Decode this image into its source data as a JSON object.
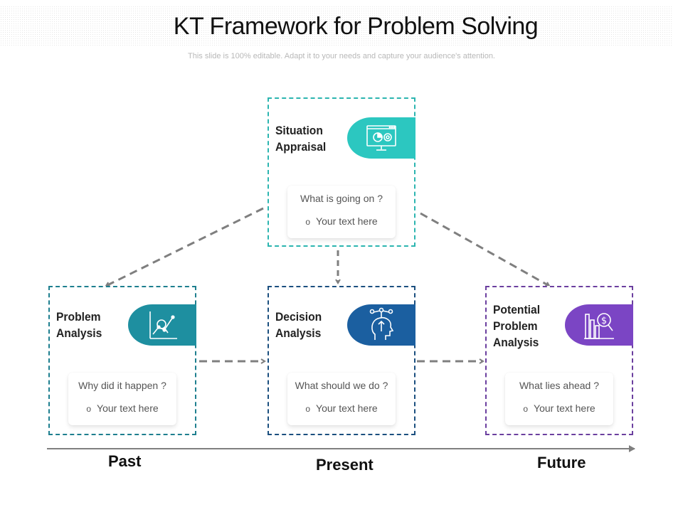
{
  "header": {
    "title": "KT Framework for Problem Solving",
    "subtitle": "This slide is 100% editable. Adapt it to your needs and capture your audience's attention."
  },
  "colors": {
    "teal_light": "#2cc7c0",
    "teal": "#1e8fa0",
    "navy": "#1b5fa0",
    "purple": "#7b45c4",
    "arrow": "#7f7f7f"
  },
  "boxes": {
    "situation": {
      "title_line1": "Situation",
      "title_line2": "Appraisal",
      "question": "What is going on ?",
      "bullet": "Your text here",
      "icon": "monitor-chart-icon"
    },
    "problem": {
      "title_line1": "Problem",
      "title_line2": "Analysis",
      "question": "Why did it happen ?",
      "bullet": "Your text here",
      "icon": "line-chart-magnifier-icon"
    },
    "decision": {
      "title_line1": "Decision",
      "title_line2": "Analysis",
      "question": "What should we do ?",
      "bullet": "Your text here",
      "icon": "head-network-icon"
    },
    "potential": {
      "title_line1": "Potential",
      "title_line2": "Problem",
      "title_line3": "Analysis",
      "question": "What lies ahead ?",
      "bullet": "Your text here",
      "icon": "bar-chart-dollar-magnifier-icon"
    }
  },
  "bullet_glyph": "o",
  "timeline": {
    "past": "Past",
    "present": "Present",
    "future": "Future"
  }
}
